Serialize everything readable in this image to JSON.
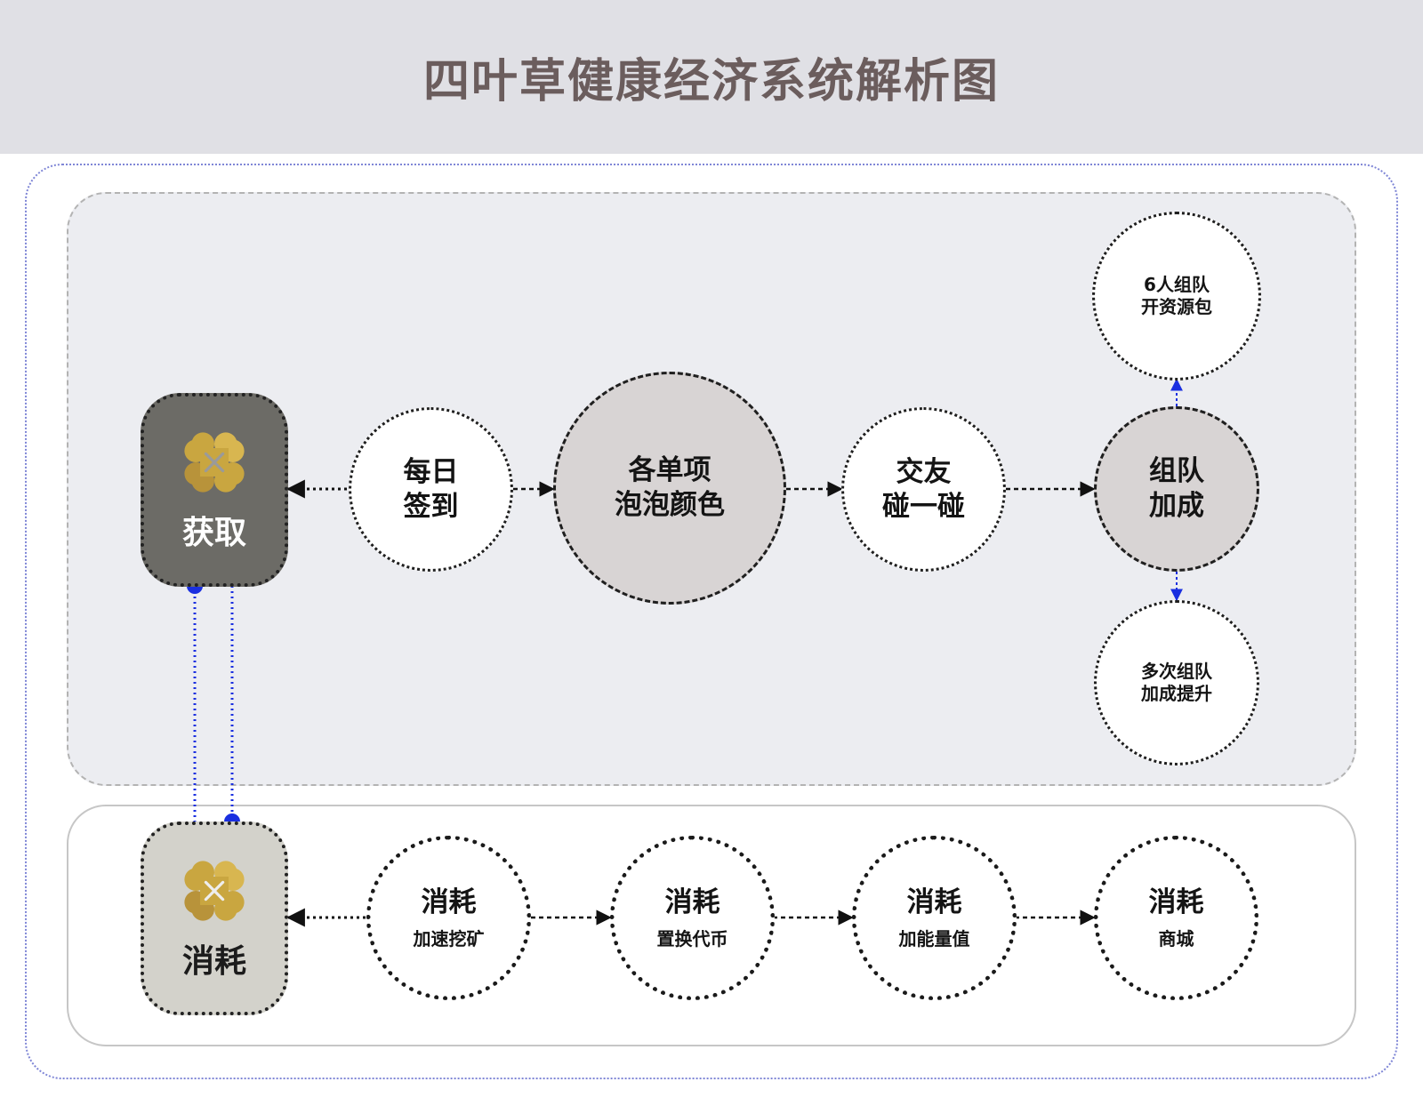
{
  "header": {
    "title": "四叶草健康经济系统解析图"
  },
  "colors": {
    "header_bg": "#e0e0e5",
    "title": "#6b5d5d",
    "gain_zone_bg": "#ecedf1",
    "gain_hub_bg": "#6c6b66",
    "spend_hub_bg": "#d3d2cb",
    "highlight_node_bg": "#d8d4d4",
    "link_blue": "#1a2fe0",
    "clover_gold": "#c9a640"
  },
  "gain": {
    "hub_icon": "clover-icon",
    "hub_label": "获取",
    "nodes": [
      {
        "line1": "每日",
        "line2": "签到"
      },
      {
        "line1": "各单项",
        "line2": "泡泡颜色"
      },
      {
        "line1": "交友",
        "line2": "碰一碰"
      },
      {
        "line1": "组队",
        "line2": "加成"
      }
    ],
    "branches": [
      {
        "line1": "6人组队",
        "line2": "开资源包"
      },
      {
        "line1": "多次组队",
        "line2": "加成提升"
      }
    ]
  },
  "spend": {
    "hub_icon": "clover-icon",
    "hub_label": "消耗",
    "nodes": [
      {
        "title": "消耗",
        "subtitle": "加速挖矿"
      },
      {
        "title": "消耗",
        "subtitle": "置换代币"
      },
      {
        "title": "消耗",
        "subtitle": "加能量值"
      },
      {
        "title": "消耗",
        "subtitle": "商城"
      }
    ]
  }
}
